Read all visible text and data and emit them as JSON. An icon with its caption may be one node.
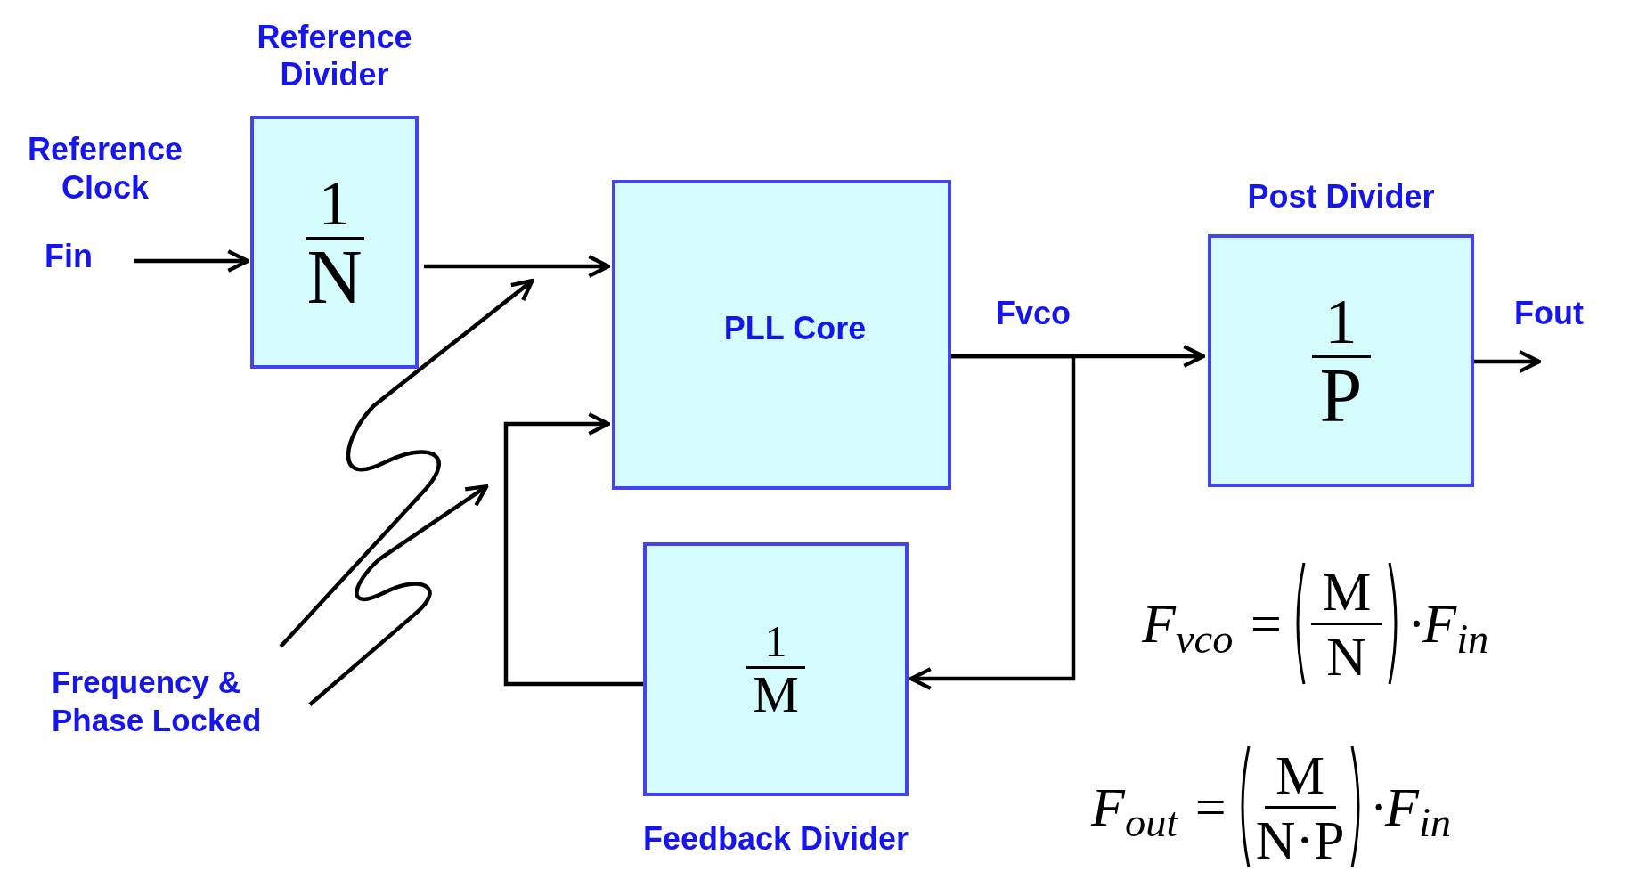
{
  "diagram": {
    "nodes": [
      {
        "text": [
          "Fin"
        ],
        "beside": [
          "Reference Clock"
        ]
      },
      {
        "text": [
          "Reference Divider",
          "1",
          "N"
        ]
      },
      {
        "text": [
          "PLL Core"
        ]
      },
      {
        "text": [
          "Post Divider",
          "1",
          "P"
        ]
      },
      {
        "text": [
          "1",
          "M",
          "Feedback Divider"
        ]
      },
      {
        "text": [
          "Frequency & Phase Locked"
        ]
      }
    ],
    "edges": [
      {
        "from": 0,
        "to": 1,
        "arrow": "to"
      },
      {
        "from": 1,
        "to": 2,
        "arrow": "to"
      },
      {
        "from": 2,
        "to": 3,
        "arrow": "to",
        "label": "Fvco"
      },
      {
        "from": 2,
        "to": 4,
        "arrow": "to"
      },
      {
        "from": 4,
        "to": 2,
        "arrow": "to"
      },
      {
        "from": 3,
        "to": null,
        "arrow": "to"
      },
      {
        "from": 5,
        "to": null,
        "arrow": "to"
      },
      {
        "from": 5,
        "to": null,
        "arrow": "to"
      }
    ],
    "labels": [
      "Fout",
      "F$_{vco}$ =",
      "M",
      "N",
      "·F$_{in}$",
      "F$_{out}$ =",
      "M",
      "N·P",
      "·F$_{in}$"
    ]
  }
}
